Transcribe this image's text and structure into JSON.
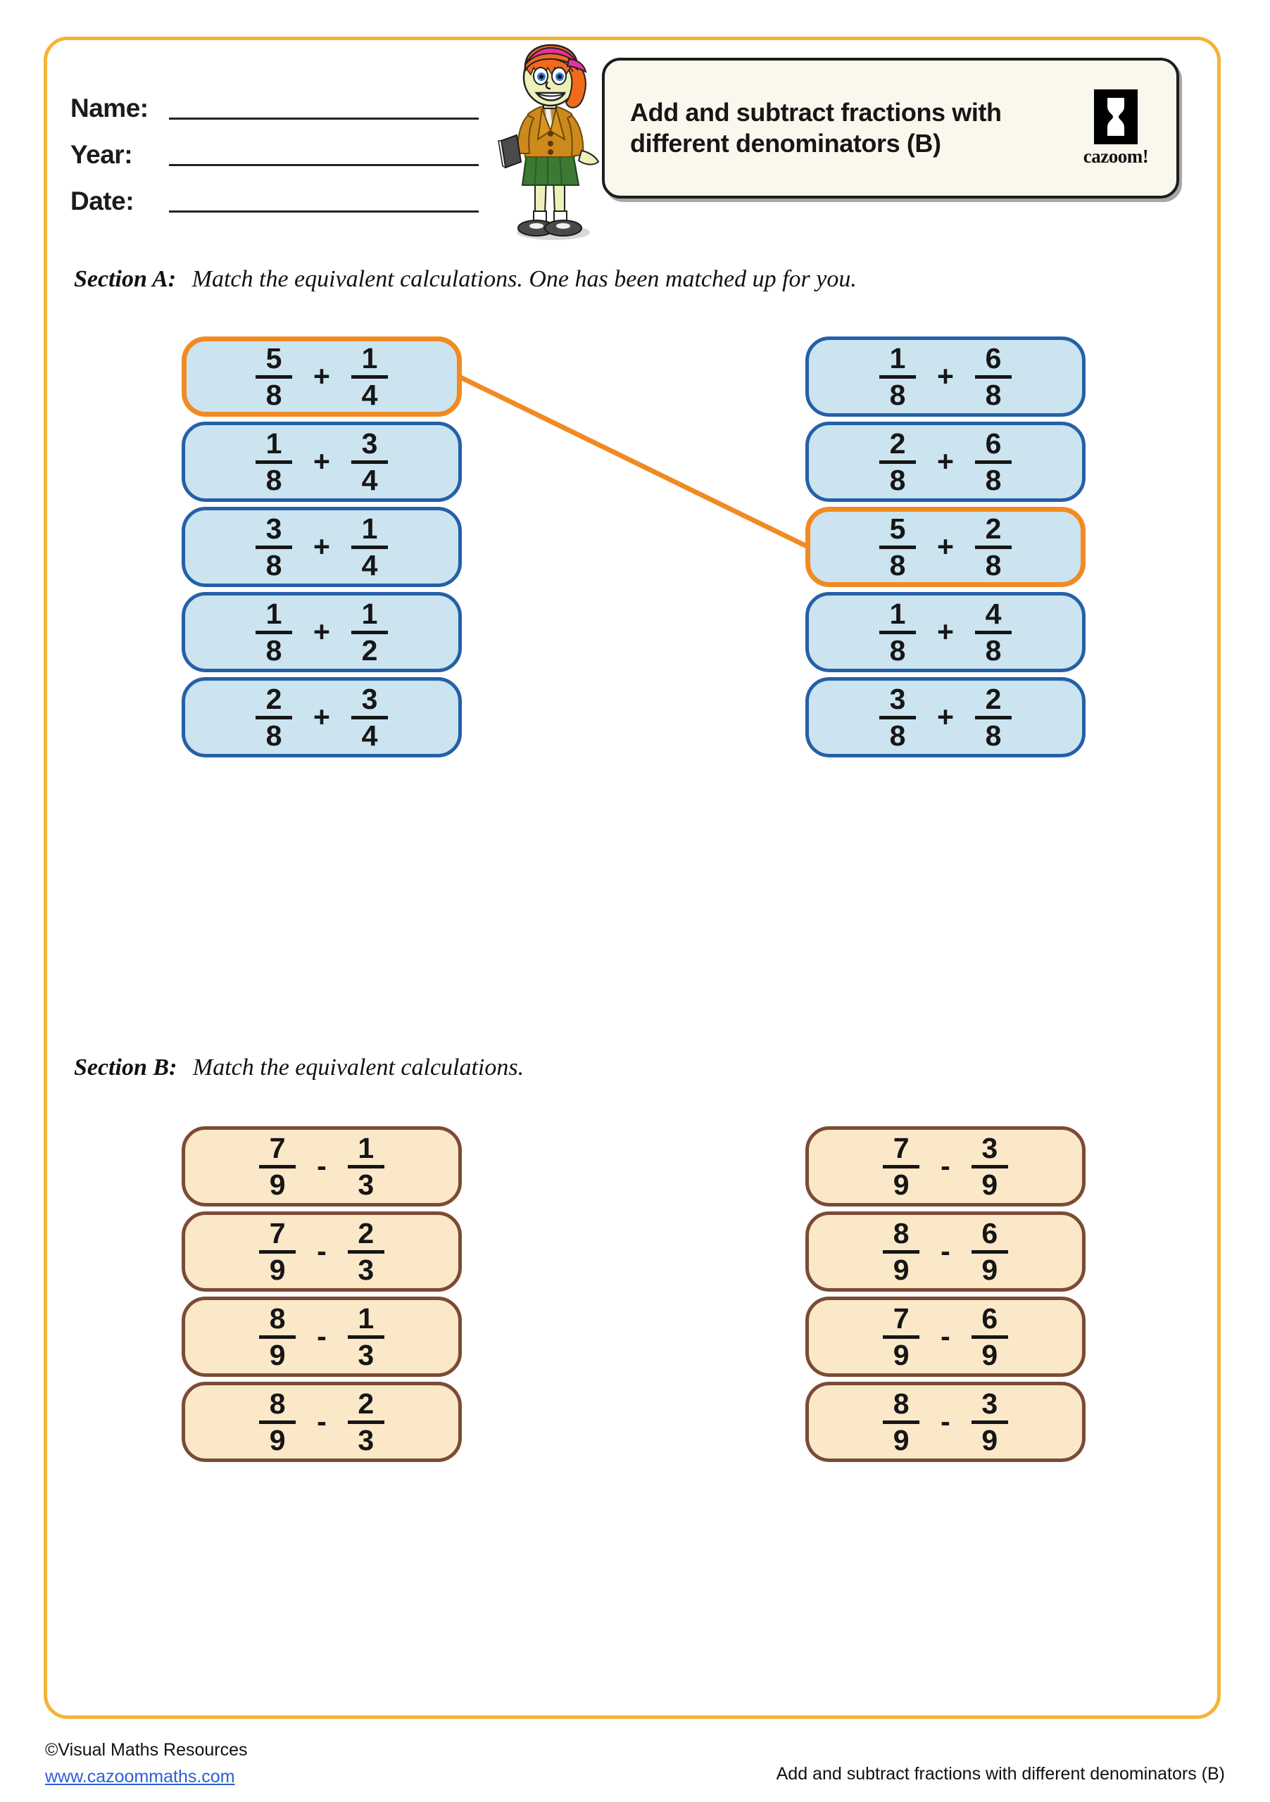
{
  "header": {
    "fields": [
      {
        "label": "Name:"
      },
      {
        "label": "Year:"
      },
      {
        "label": "Date:"
      }
    ],
    "title": "Add and subtract fractions with different denominators (B)",
    "logo_word": "cazoom!",
    "logo_icon": "hourglass-icon",
    "mascot_icon": "schoolgirl-mascot-icon"
  },
  "sections": [
    {
      "label": "Section A:",
      "instruction": "Match the equivalent calculations. One has been matched up for you.",
      "left": [
        {
          "n1": "5",
          "d1": "8",
          "op": "+",
          "n2": "1",
          "d2": "4",
          "style": "orange"
        },
        {
          "n1": "1",
          "d1": "8",
          "op": "+",
          "n2": "3",
          "d2": "4",
          "style": "blue"
        },
        {
          "n1": "3",
          "d1": "8",
          "op": "+",
          "n2": "1",
          "d2": "4",
          "style": "blue"
        },
        {
          "n1": "1",
          "d1": "8",
          "op": "+",
          "n2": "1",
          "d2": "2",
          "style": "blue"
        },
        {
          "n1": "2",
          "d1": "8",
          "op": "+",
          "n2": "3",
          "d2": "4",
          "style": "blue"
        }
      ],
      "right": [
        {
          "n1": "1",
          "d1": "8",
          "op": "+",
          "n2": "6",
          "d2": "8",
          "style": "blue"
        },
        {
          "n1": "2",
          "d1": "8",
          "op": "+",
          "n2": "6",
          "d2": "8",
          "style": "blue"
        },
        {
          "n1": "5",
          "d1": "8",
          "op": "+",
          "n2": "2",
          "d2": "8",
          "style": "orange"
        },
        {
          "n1": "1",
          "d1": "8",
          "op": "+",
          "n2": "4",
          "d2": "8",
          "style": "blue"
        },
        {
          "n1": "3",
          "d1": "8",
          "op": "+",
          "n2": "2",
          "d2": "8",
          "style": "blue"
        }
      ]
    },
    {
      "label": "Section B:",
      "instruction": "Match the equivalent calculations.",
      "left": [
        {
          "n1": "7",
          "d1": "9",
          "op": "-",
          "n2": "1",
          "d2": "3",
          "style": "cream"
        },
        {
          "n1": "7",
          "d1": "9",
          "op": "-",
          "n2": "2",
          "d2": "3",
          "style": "cream"
        },
        {
          "n1": "8",
          "d1": "9",
          "op": "-",
          "n2": "1",
          "d2": "3",
          "style": "cream"
        },
        {
          "n1": "8",
          "d1": "9",
          "op": "-",
          "n2": "2",
          "d2": "3",
          "style": "cream"
        }
      ],
      "right": [
        {
          "n1": "7",
          "d1": "9",
          "op": "-",
          "n2": "3",
          "d2": "9",
          "style": "cream"
        },
        {
          "n1": "8",
          "d1": "9",
          "op": "-",
          "n2": "6",
          "d2": "9",
          "style": "cream"
        },
        {
          "n1": "7",
          "d1": "9",
          "op": "-",
          "n2": "6",
          "d2": "9",
          "style": "cream"
        },
        {
          "n1": "8",
          "d1": "9",
          "op": "-",
          "n2": "3",
          "d2": "9",
          "style": "cream"
        }
      ]
    }
  ],
  "match_line": {
    "color": "#F18A22",
    "from": "section-a-left-card-1",
    "to": "section-a-right-card-3"
  },
  "footer": {
    "copyright": "©Visual Maths Resources",
    "website": "www.cazoommaths.com",
    "right_text": "Add and subtract fractions with different denominators (B)"
  },
  "colors": {
    "page_border": "#F5B335",
    "card_blue_border": "#2560A8",
    "card_blue_fill": "#CBE4EF",
    "card_orange_border": "#F18A22",
    "card_cream_border": "#7B4B35",
    "card_cream_fill": "#FBE8C9",
    "link": "#2B5FD9"
  }
}
